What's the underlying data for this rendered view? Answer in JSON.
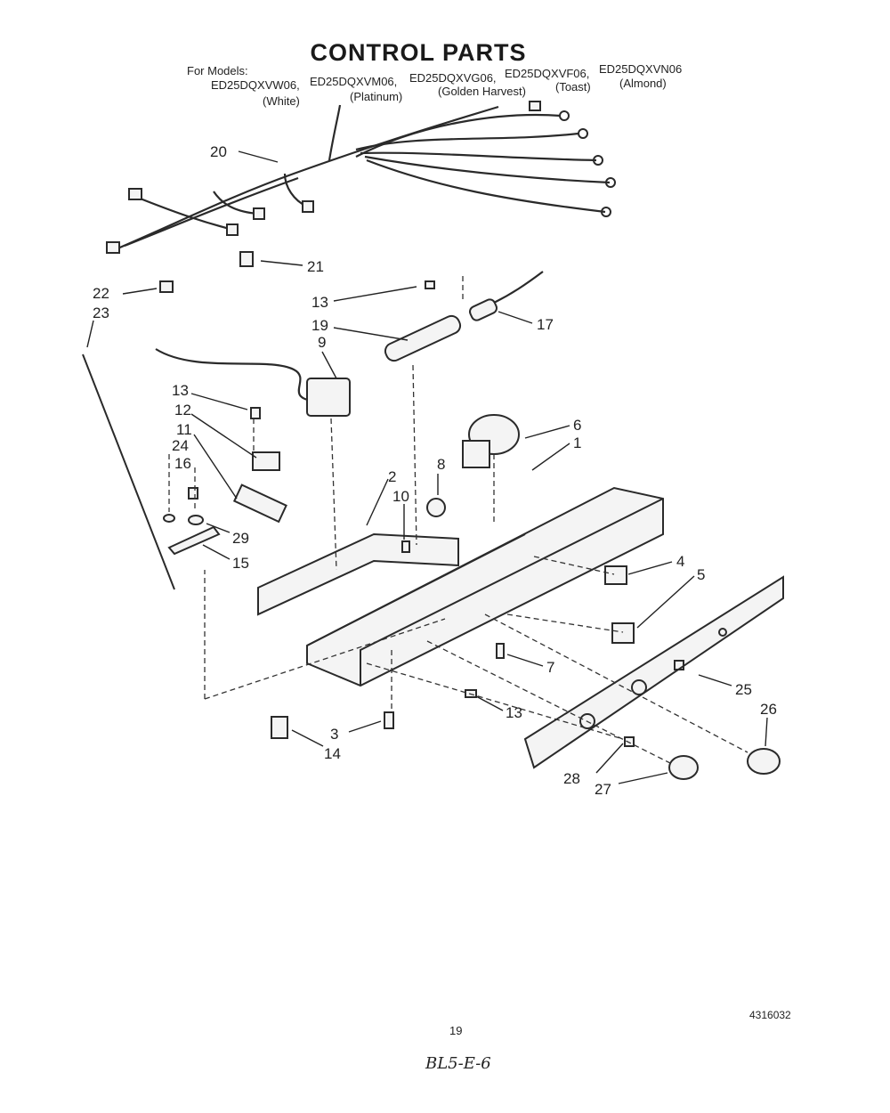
{
  "title": "CONTROL PARTS",
  "models_label": "For Models:",
  "models": [
    {
      "code": "ED25DQXVW06,",
      "color": "(White)"
    },
    {
      "code": "ED25DQXVM06,",
      "color": "(Platinum)"
    },
    {
      "code": "ED25DQXVG06,",
      "color": "(Golden Harvest)"
    },
    {
      "code": "ED25DQXVF06,",
      "color": "(Toast)"
    },
    {
      "code": "ED25DQXVN06",
      "color": "(Almond)"
    }
  ],
  "callouts": {
    "c1": "1",
    "c2": "2",
    "c3": "3",
    "c4": "4",
    "c5": "5",
    "c6": "6",
    "c7": "7",
    "c8": "8",
    "c9": "9",
    "c10": "10",
    "c11": "11",
    "c12": "12",
    "c13a": "13",
    "c13b": "13",
    "c13c": "13",
    "c14": "14",
    "c15": "15",
    "c16": "16",
    "c17": "17",
    "c19": "19",
    "c20": "20",
    "c21": "21",
    "c22": "22",
    "c23": "23",
    "c24": "24",
    "c25": "25",
    "c26": "26",
    "c27": "27",
    "c28": "28",
    "c29": "29"
  },
  "page_number": "19",
  "document_number": "4316032",
  "handwritten_note": "BL5-E-6"
}
